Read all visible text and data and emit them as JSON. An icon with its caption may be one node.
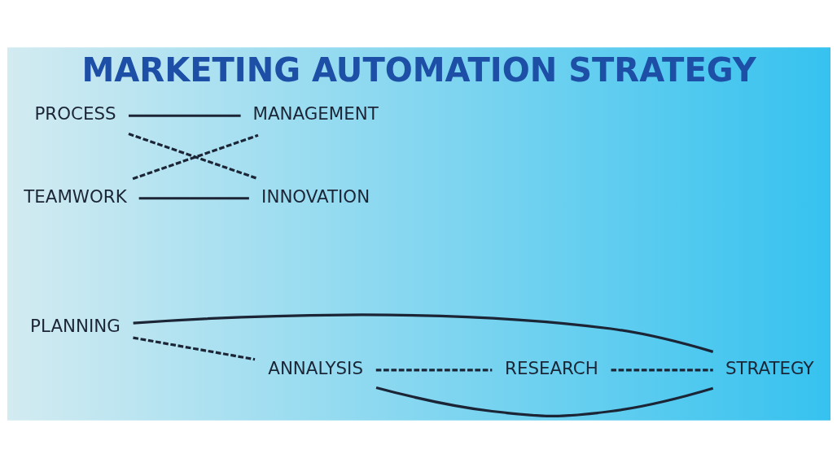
{
  "diagram": {
    "title": "MARKETING AUTOMATION STRATEGY",
    "nodes": [
      {
        "text": [
          "TEAMWORK"
        ]
      },
      {
        "text": [
          "INNOVATION"
        ]
      },
      {
        "text": [
          "MANAGEMENT"
        ]
      },
      {
        "text": [
          "PROCESS"
        ]
      },
      {
        "text": [
          "PLANNING"
        ]
      },
      {
        "text": [
          "ANNALYSIS"
        ]
      },
      {
        "text": [
          "STRATEGY"
        ]
      },
      {
        "text": [
          "RESEARCH"
        ]
      }
    ],
    "edges": [
      {
        "from": 0,
        "to": 2,
        "arrow": "none",
        "style": "dashed"
      },
      {
        "from": 0,
        "to": 1,
        "arrow": "none"
      },
      {
        "from": 3,
        "to": 1,
        "arrow": "none",
        "style": "dashed"
      },
      {
        "from": 3,
        "to": 2,
        "arrow": "none"
      },
      {
        "from": 4,
        "to": 5,
        "arrow": "none",
        "style": "dashed"
      },
      {
        "from": 5,
        "to": 6,
        "arrow": "none"
      },
      {
        "from": 7,
        "to": 6,
        "arrow": "none",
        "style": "dashed"
      },
      {
        "from": 5,
        "to": 7,
        "arrow": "none",
        "style": "dashed"
      },
      {
        "from": 4,
        "to": 6,
        "arrow": "none"
      }
    ]
  }
}
